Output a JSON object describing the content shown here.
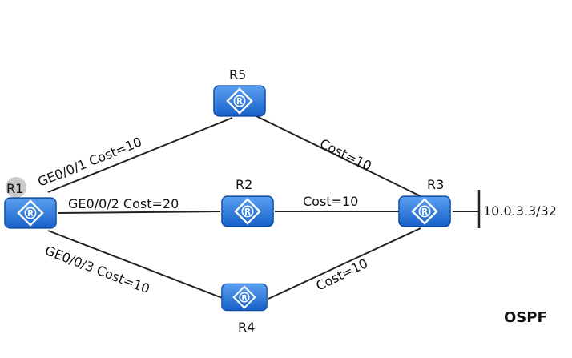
{
  "routers": {
    "r1": "R1",
    "r2": "R2",
    "r3": "R3",
    "r4": "R4",
    "r5": "R5"
  },
  "links": {
    "r1_r5": "GE0/0/1 Cost=10",
    "r1_r2": "GE0/0/2 Cost=20",
    "r1_r4": "GE0/0/3 Cost=10",
    "r5_r3": "Cost=10",
    "r2_r3": "Cost=10",
    "r4_r3": "Cost=10"
  },
  "network": "10.0.3.3/32",
  "protocol": "OSPF",
  "colors": {
    "router_top": "#5aa0f0",
    "router_bottom": "#1760c8",
    "router_edge": "#0e4aa3",
    "line": "#222222"
  }
}
